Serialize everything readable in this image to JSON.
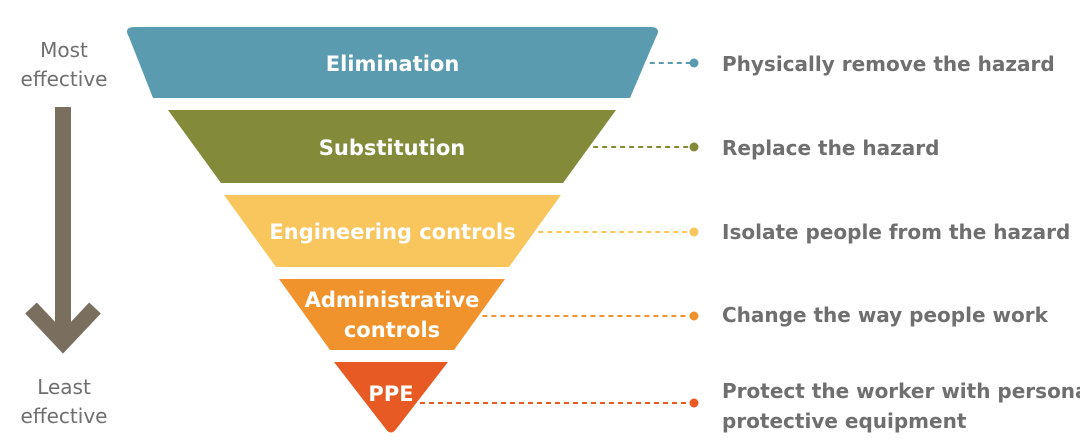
{
  "effectiveness": {
    "top": [
      "Most",
      "effective"
    ],
    "bottom": [
      "Least",
      "effective"
    ],
    "arrow_color": "#7a6f5f"
  },
  "levels": [
    {
      "label": [
        "Elimination"
      ],
      "description": [
        "Physically remove the hazard"
      ],
      "color": "#5a9bb0"
    },
    {
      "label": [
        "Substitution"
      ],
      "description": [
        "Replace the hazard"
      ],
      "color": "#838a3a"
    },
    {
      "label": [
        "Engineering controls"
      ],
      "description": [
        "Isolate people from the hazard"
      ],
      "color": "#f9c55d"
    },
    {
      "label": [
        "Administrative",
        "controls"
      ],
      "description": [
        "Change the way people work"
      ],
      "color": "#f1932c"
    },
    {
      "label": [
        "PPE"
      ],
      "description": [
        "Protect the worker with personal",
        "protective equipment"
      ],
      "color": "#e85a23"
    }
  ]
}
